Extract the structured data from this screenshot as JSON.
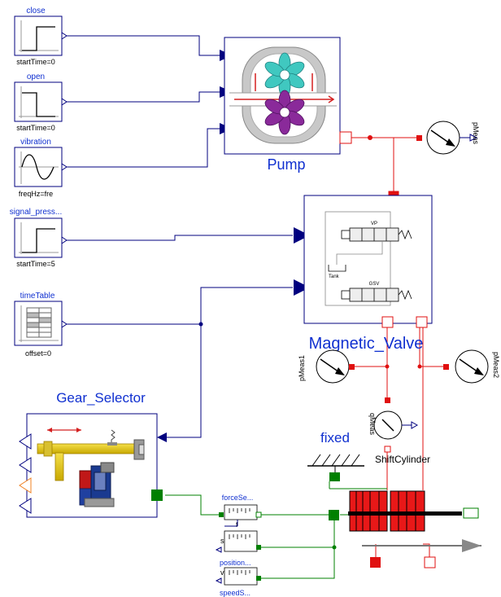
{
  "sources": {
    "close": {
      "name": "close",
      "param": "startTime=0"
    },
    "open": {
      "name": "open",
      "param": "startTime=0"
    },
    "vibration": {
      "name": "vibration",
      "param": "freqHz=fre"
    },
    "signal": {
      "name": "signal_press...",
      "param": "startTime=5"
    },
    "timetable": {
      "name": "timeTable",
      "param": "offset=0"
    }
  },
  "pump": {
    "name": "Pump"
  },
  "valve": {
    "name": "Magnetic_Valve",
    "vp_label": "VP",
    "gsv_label": "GSV",
    "tank_label": "Tank"
  },
  "gear_selector": {
    "name": "Gear_Selector"
  },
  "fixed": {
    "name": "fixed"
  },
  "cylinder": {
    "name": "ShiftCylinder"
  },
  "sensors": {
    "pmeas": "pMeas",
    "pmeas1": "pMeas1",
    "pmeas2": "pMeas2",
    "qmeas": "qMeas",
    "force": "forceSe...",
    "position": "position...",
    "speed": "speedS...",
    "s_label": "s",
    "f_label": "f",
    "v_label": "v"
  },
  "colors": {
    "signal": "#00007f",
    "hydraulic": "#e01010",
    "mechanical": "#008000",
    "label_blue": "#1030d0"
  }
}
